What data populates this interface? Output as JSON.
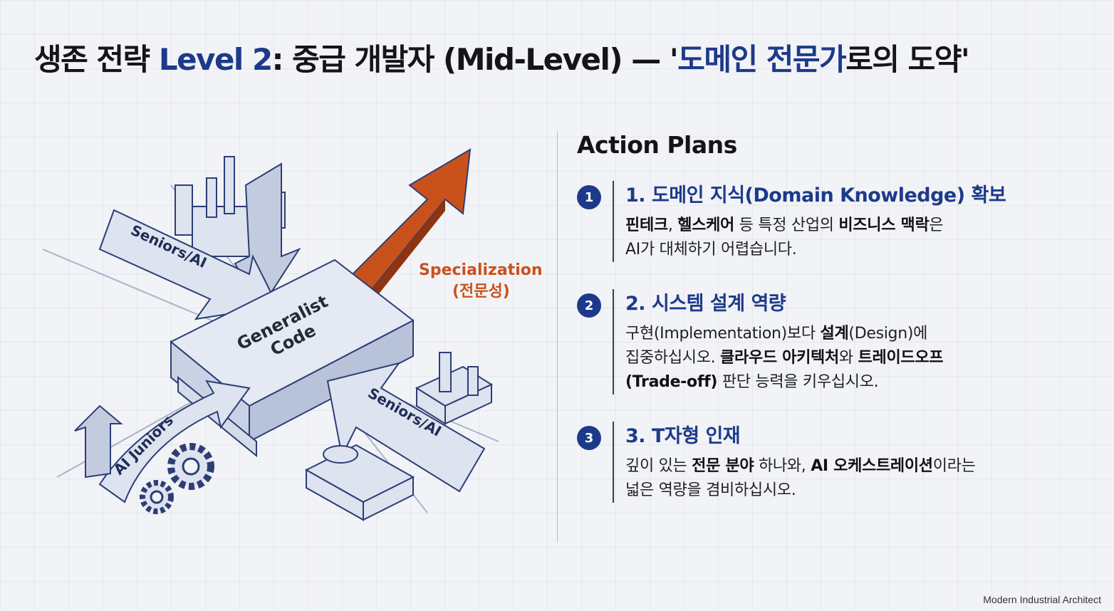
{
  "slide": {
    "title": {
      "prefix": "생존 전략 ",
      "level": "Level 2",
      "mid": ": 중급 개발자 (Mid-Level) — '",
      "emph": "도메인 전문가",
      "suffix": "로의 도약'"
    },
    "footer": "Modern Industrial Architect"
  },
  "illustration": {
    "center_label_1": "Generalist",
    "center_label_2": "Code",
    "arrow_top_left": "Seniors/AI",
    "arrow_bottom_right": "Seniors/AI",
    "arrow_bottom_left": "AI Juniors",
    "specialization_1": "Specialization",
    "specialization_2": "(전문성)",
    "colors": {
      "ink": "#2c3e75",
      "orange": "#c9521c",
      "fill": "#dde3ef"
    }
  },
  "action_plans": {
    "title": "Action Plans",
    "items": [
      {
        "num": "1",
        "head": "1. 도메인 지식(Domain Knowledge) 확보",
        "b1": "핀테크",
        "t1": ", ",
        "b2": "헬스케어",
        "t2": " 등 특정 산업의 ",
        "b3": "비즈니스 맥락",
        "t3": "은",
        "t4": "AI가 대체하기 어렵습니다."
      },
      {
        "num": "2",
        "head": "2. 시스템 설계 역량",
        "t1": "구현(Implementation)보다 ",
        "b1": "설계",
        "t2": "(Design)에",
        "t3": "집중하십시오. ",
        "b2": "클라우드 아키텍처",
        "t4": "와 ",
        "b3": "트레이드오프",
        "b4": "(Trade-off)",
        "t5": " 판단 능력을 키우십시오."
      },
      {
        "num": "3",
        "head": "3. T자형 인재",
        "t1": "깊이 있는 ",
        "b1": "전문 분야",
        "t2": " 하나와, ",
        "b2": "AI 오케스트레이션",
        "t3": "이라는",
        "t4": "넓은 역량을 겸비하십시오."
      }
    ]
  }
}
